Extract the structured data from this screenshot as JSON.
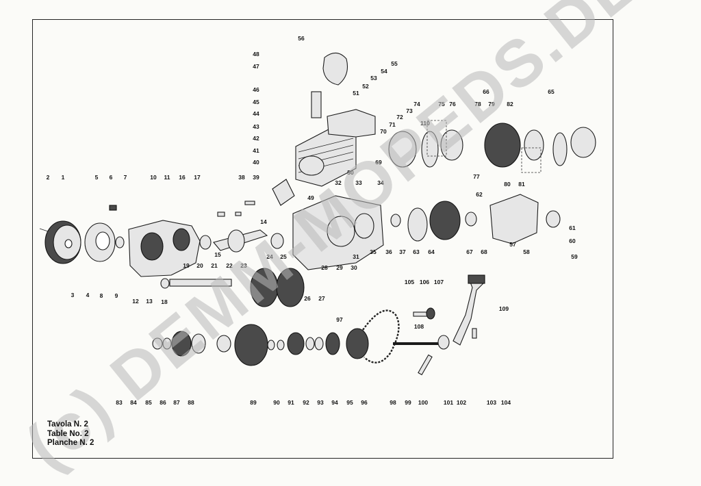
{
  "caption": {
    "line1": "Tavola N. 2",
    "line2": "Table No. 2",
    "line3": "Planche N. 2"
  },
  "watermark": {
    "text": "(c) DEMM-MOPEDS.DE"
  },
  "callouts": [
    "1",
    "2",
    "3",
    "4",
    "5",
    "6",
    "7",
    "8",
    "9",
    "10",
    "11",
    "12",
    "13",
    "14",
    "15",
    "16",
    "17",
    "18",
    "19",
    "20",
    "21",
    "22",
    "23",
    "24",
    "25",
    "26",
    "27",
    "28",
    "29",
    "30",
    "31",
    "32",
    "33",
    "34",
    "35",
    "36",
    "37",
    "38",
    "39",
    "40",
    "41",
    "42",
    "43",
    "44",
    "45",
    "46",
    "47",
    "48",
    "49",
    "50",
    "51",
    "52",
    "53",
    "54",
    "55",
    "56",
    "57",
    "58",
    "59",
    "60",
    "61",
    "62",
    "63",
    "64",
    "65",
    "66",
    "67",
    "68",
    "69",
    "70",
    "71",
    "72",
    "73",
    "74",
    "75",
    "76",
    "77",
    "78",
    "79",
    "80",
    "81",
    "82",
    "83",
    "84",
    "85",
    "86",
    "87",
    "88",
    "89",
    "90",
    "91",
    "92",
    "93",
    "94",
    "95",
    "96",
    "97",
    "98",
    "99",
    "100",
    "101",
    "102",
    "103",
    "104",
    "105",
    "106",
    "107",
    "108",
    "109",
    "110"
  ]
}
